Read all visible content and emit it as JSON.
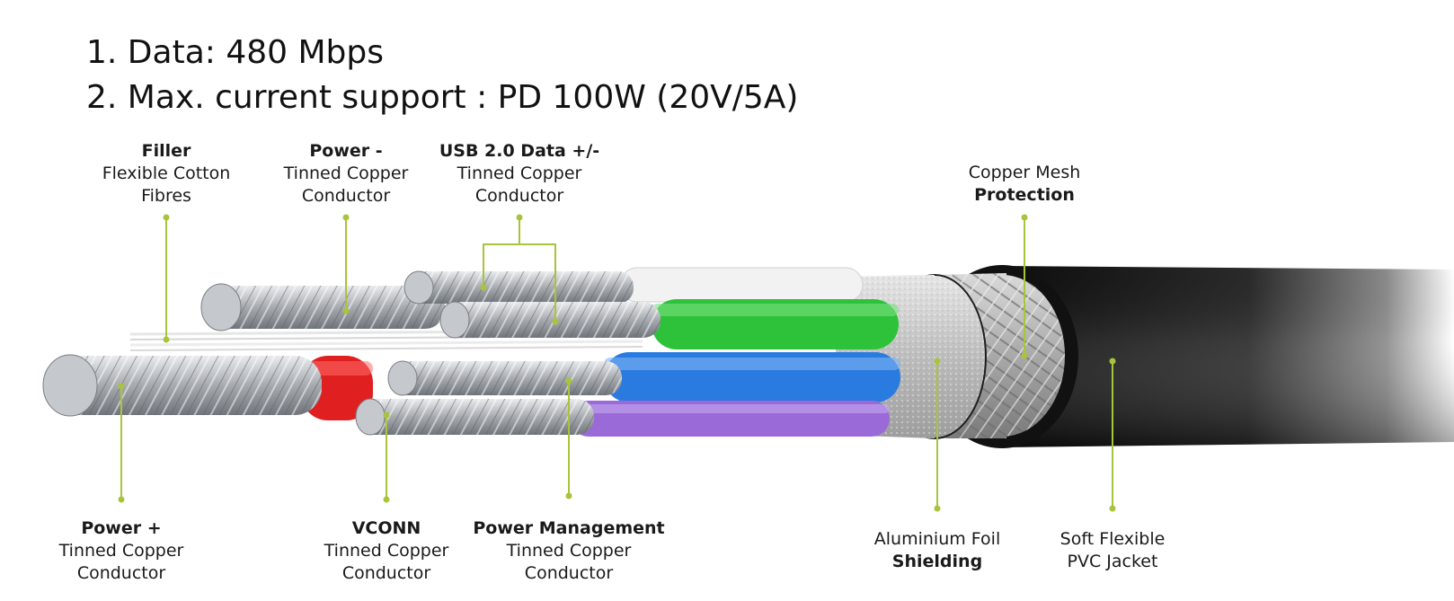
{
  "headlines": [
    "1. Data:  480 Mbps",
    "2. Max. current support : PD 100W (20V/5A)"
  ],
  "labels": {
    "filler": {
      "title": "Filler",
      "line1": "Flexible Cotton",
      "line2": "Fibres"
    },
    "power_minus": {
      "title": "Power -",
      "line1": "Tinned Copper",
      "line2": "Conductor"
    },
    "usb_data": {
      "title": "USB 2.0 Data +/-",
      "line1": "Tinned Copper",
      "line2": "Conductor"
    },
    "copper_mesh": {
      "line1": "Copper Mesh",
      "title": "Protection"
    },
    "power_plus": {
      "title": "Power +",
      "line1": "Tinned Copper",
      "line2": "Conductor"
    },
    "vconn": {
      "title": "VCONN",
      "line1": "Tinned Copper",
      "line2": "Conductor"
    },
    "power_mgmt": {
      "title": "Power Management",
      "line1": "Tinned Copper",
      "line2": "Conductor"
    },
    "foil": {
      "line1": "Aluminium Foil",
      "title": "Shielding"
    },
    "jacket": {
      "line1": "Soft Flexible",
      "line2": "PVC Jacket"
    }
  },
  "colors": {
    "leader": "#a8c43c",
    "jacket": "#1c1c1c",
    "wire_red": "#e02020",
    "wire_green": "#2ec23a",
    "wire_blue": "#2a7be0",
    "wire_purple": "#9a6ad8",
    "wire_white": "#f2f2f2",
    "foil": "#c9c9c9",
    "copper_strand": "#b9bcc0"
  }
}
